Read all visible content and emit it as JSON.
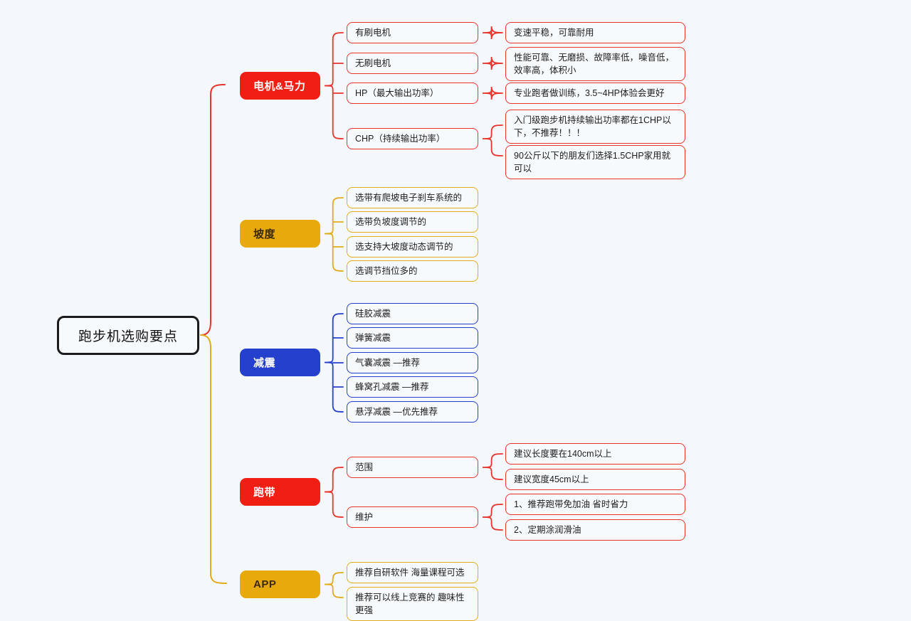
{
  "theme": {
    "background": "#f4f8fc",
    "root_border": "#1b1b1b",
    "red": "#f01e13",
    "amber": "#e8a90c",
    "blue": "#2540cc",
    "box_red_border": "#e8342b",
    "box_amber_border": "#e2ab1b",
    "box_blue_border": "#2540cc"
  },
  "root": {
    "label": "跑步机选购要点"
  },
  "branches": [
    {
      "label": "电机&马力",
      "color": "red",
      "children": [
        {
          "label": "有刷电机",
          "leaves": [
            "变速平稳，可靠耐用"
          ]
        },
        {
          "label": "无刷电机",
          "leaves": [
            "性能可靠、无磨损、故障率低，噪音低，效率高，体积小"
          ]
        },
        {
          "label": "HP（最大输出功率）",
          "leaves": [
            "专业跑者做训练，3.5~4HP体验会更好"
          ]
        },
        {
          "label": "CHP（持续输出功率）",
          "leaves": [
            "入门级跑步机持续输出功率都在1CHP以下，不推荐！！！",
            "90公斤以下的朋友们选择1.5CHP家用就可以"
          ]
        }
      ]
    },
    {
      "label": "坡度",
      "color": "amber",
      "children": [
        {
          "label": "选带有爬坡电子刹车系统的",
          "leaves": []
        },
        {
          "label": "选带负坡度调节的",
          "leaves": []
        },
        {
          "label": "选支持大坡度动态调节的",
          "leaves": []
        },
        {
          "label": "选调节挡位多的",
          "leaves": []
        }
      ]
    },
    {
      "label": "减震",
      "color": "blue",
      "children": [
        {
          "label": "硅胶减震",
          "leaves": []
        },
        {
          "label": "弹簧减震",
          "leaves": []
        },
        {
          "label": "气囊减震 —推荐",
          "leaves": []
        },
        {
          "label": "蜂窝孔减震 —推荐",
          "leaves": []
        },
        {
          "label": "悬浮减震 —优先推荐",
          "leaves": []
        }
      ]
    },
    {
      "label": "跑带",
      "color": "red",
      "children": [
        {
          "label": "范围",
          "leaves": [
            "建议长度要在140cm以上",
            "建议宽度45cm以上"
          ]
        },
        {
          "label": "维护",
          "leaves": [
            "1、推荐跑带免加油 省时省力",
            "2、定期涂润滑油"
          ]
        }
      ]
    },
    {
      "label": "APP",
      "color": "amber",
      "children": [
        {
          "label": "推荐自研软件 海量课程可选",
          "leaves": []
        },
        {
          "label": "推荐可以线上竞赛的 趣味性更强",
          "leaves": []
        }
      ]
    }
  ]
}
